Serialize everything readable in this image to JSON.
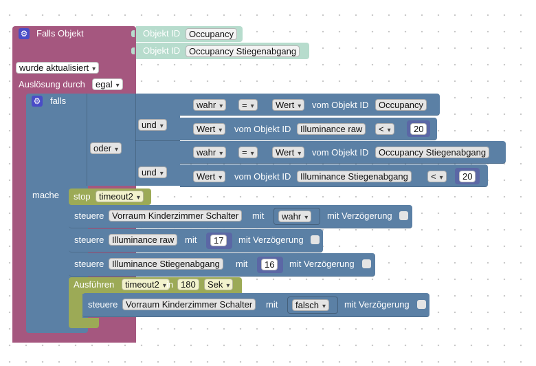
{
  "colors": {
    "event": "#a5577f",
    "logic": "#5b80a5",
    "timer": "#9caa56",
    "objectId": "#b7dccd",
    "number": "#5b67a5"
  },
  "trigger": {
    "title": "Falls Objekt",
    "obj1_label": "Objekt ID",
    "obj1_value": "Occupancy",
    "obj2_label": "Objekt ID",
    "obj2_value": "Occupancy Stiegenabgang",
    "mode": "wurde aktualisiert",
    "trigger_by_label": "Auslösung durch",
    "trigger_by_value": "egal"
  },
  "if_block": {
    "label": "falls",
    "do_label": "mache",
    "or_label": "oder",
    "and1_label": "und",
    "and2_label": "und"
  },
  "cond1": {
    "bool": "wahr",
    "op": "=",
    "attr": "Wert",
    "of_label": "vom Objekt ID",
    "obj": "Occupancy"
  },
  "cond2": {
    "attr": "Wert",
    "of_label": "vom Objekt ID",
    "obj": "Illuminance raw",
    "op": "<",
    "num": "20"
  },
  "cond3": {
    "bool": "wahr",
    "op": "=",
    "attr": "Wert",
    "of_label": "vom Objekt ID",
    "obj": "Occupancy Stiegenabgang"
  },
  "cond4": {
    "attr": "Wert",
    "of_label": "vom Objekt ID",
    "obj": "Illuminance  Stiegenabgang",
    "op": "<",
    "num": "20"
  },
  "stop": {
    "label": "stop",
    "timer": "timeout2"
  },
  "set1": {
    "label": "steuere",
    "obj": "Vorraum Kinderzimmer Schalter",
    "with": "mit",
    "value": "wahr",
    "delay": "mit Verzögerung"
  },
  "set2": {
    "label": "steuere",
    "obj": "Illuminance raw",
    "with": "mit",
    "value": "17",
    "delay": "mit Verzögerung"
  },
  "set3": {
    "label": "steuere",
    "obj": "Illuminance  Stiegenabgang",
    "with": "mit",
    "value": "16",
    "delay": "mit Verzögerung"
  },
  "timeout": {
    "label": "Ausführen",
    "timer": "timeout2",
    "in_label": "in",
    "value": "180",
    "unit": "Sek"
  },
  "set4": {
    "label": "steuere",
    "obj": "Vorraum Kinderzimmer Schalter",
    "with": "mit",
    "value": "falsch",
    "delay": "mit Verzögerung"
  }
}
